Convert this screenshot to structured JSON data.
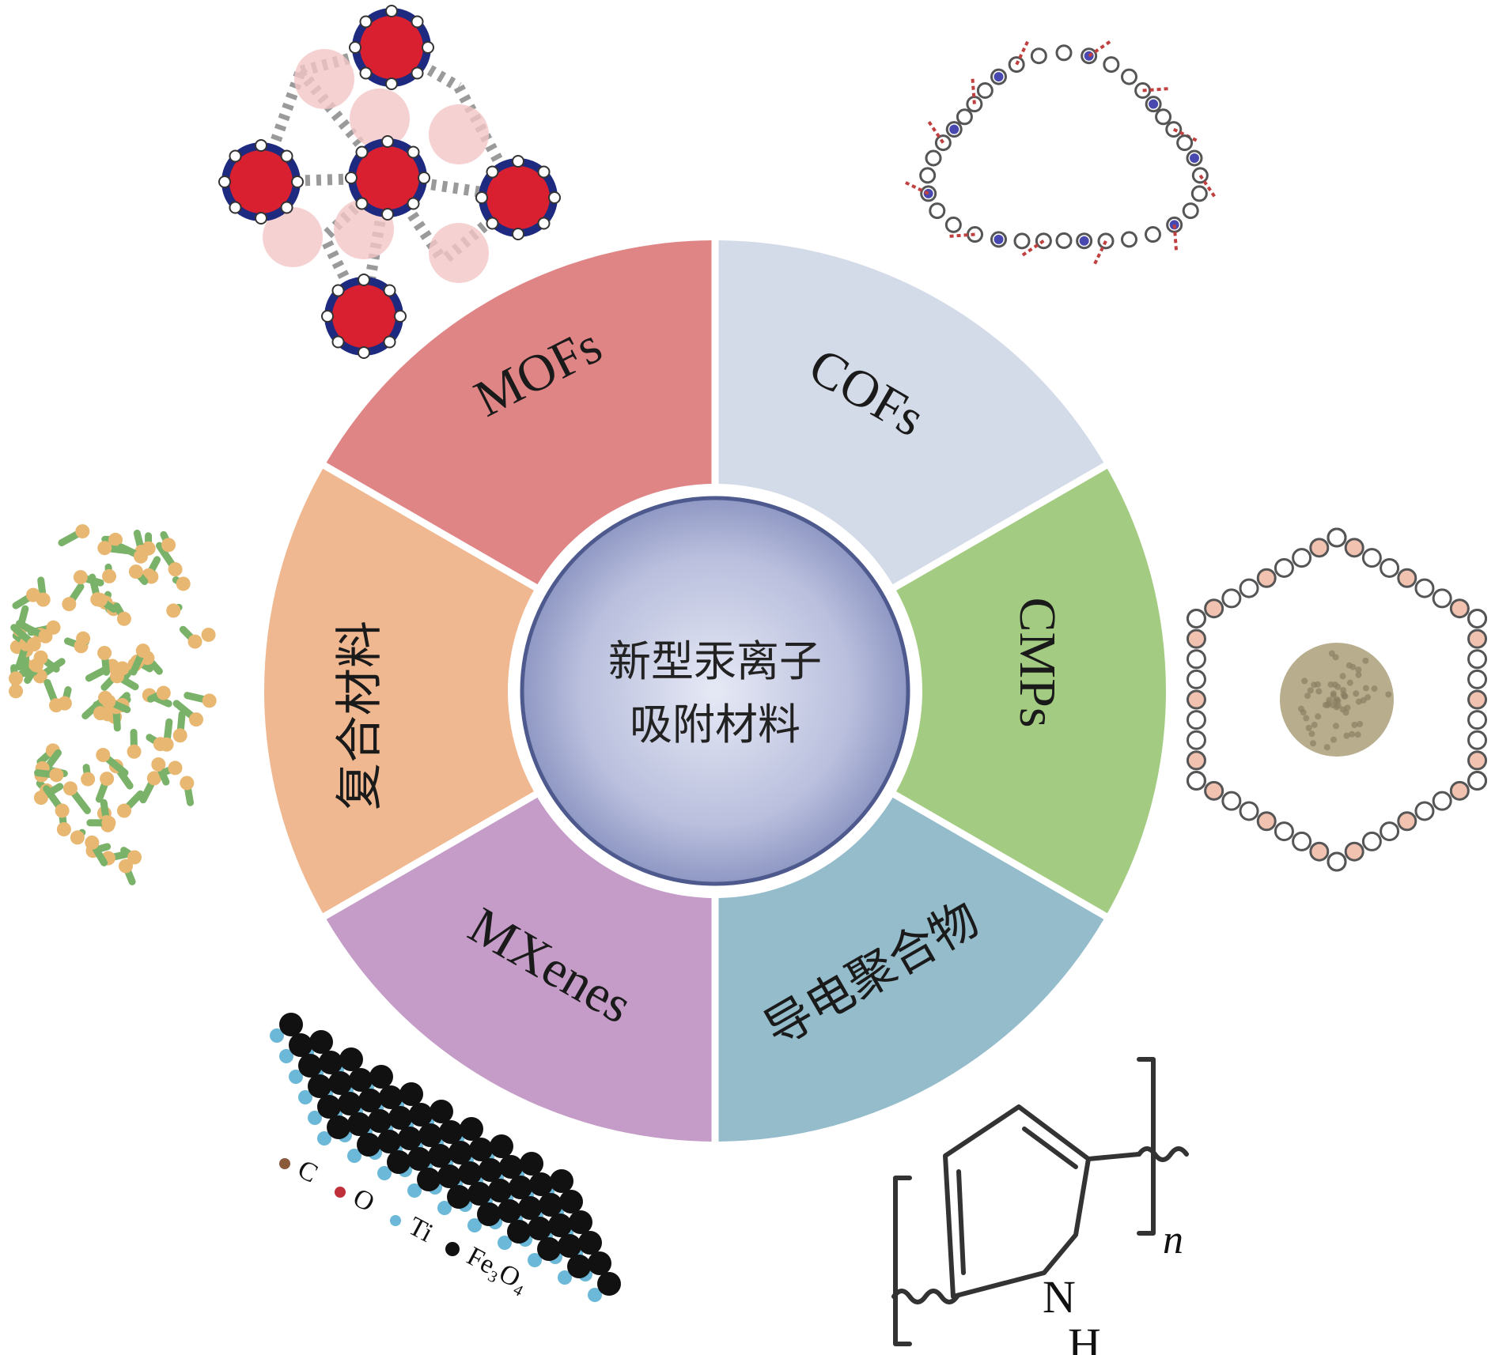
{
  "center": {
    "line1": "新型汞离子",
    "line2": "吸附材料",
    "fill_inner": "#e6e9f5",
    "fill_outer": "#8f98c4"
  },
  "segments": [
    {
      "id": "mofs",
      "label": "MOFs",
      "color": "#e08585",
      "cjk": false
    },
    {
      "id": "cofs",
      "label": "COFs",
      "color": "#d3dbe8",
      "cjk": false
    },
    {
      "id": "cmps",
      "label": "CMPs",
      "color": "#a3cc82",
      "cjk": false
    },
    {
      "id": "conductive",
      "label": "导电聚合物",
      "color": "#94bccb",
      "cjk": true
    },
    {
      "id": "mxenes",
      "label": "MXenes",
      "color": "#c49cc7",
      "cjk": false
    },
    {
      "id": "composite",
      "label": "复合材料",
      "color": "#f0b891",
      "cjk": true
    }
  ],
  "mxene_legend": [
    "C",
    "O",
    "Ti",
    "Fe₃O₄"
  ],
  "polypyrrole": {
    "n_label": "n",
    "nh_label": "N",
    "h_label": "H"
  },
  "icons": [
    "mof-structure-icon",
    "cof-structure-icon",
    "cmp-structure-icon",
    "polypyrrole-structure-icon",
    "mxene-structure-icon",
    "composite-structure-icon"
  ]
}
